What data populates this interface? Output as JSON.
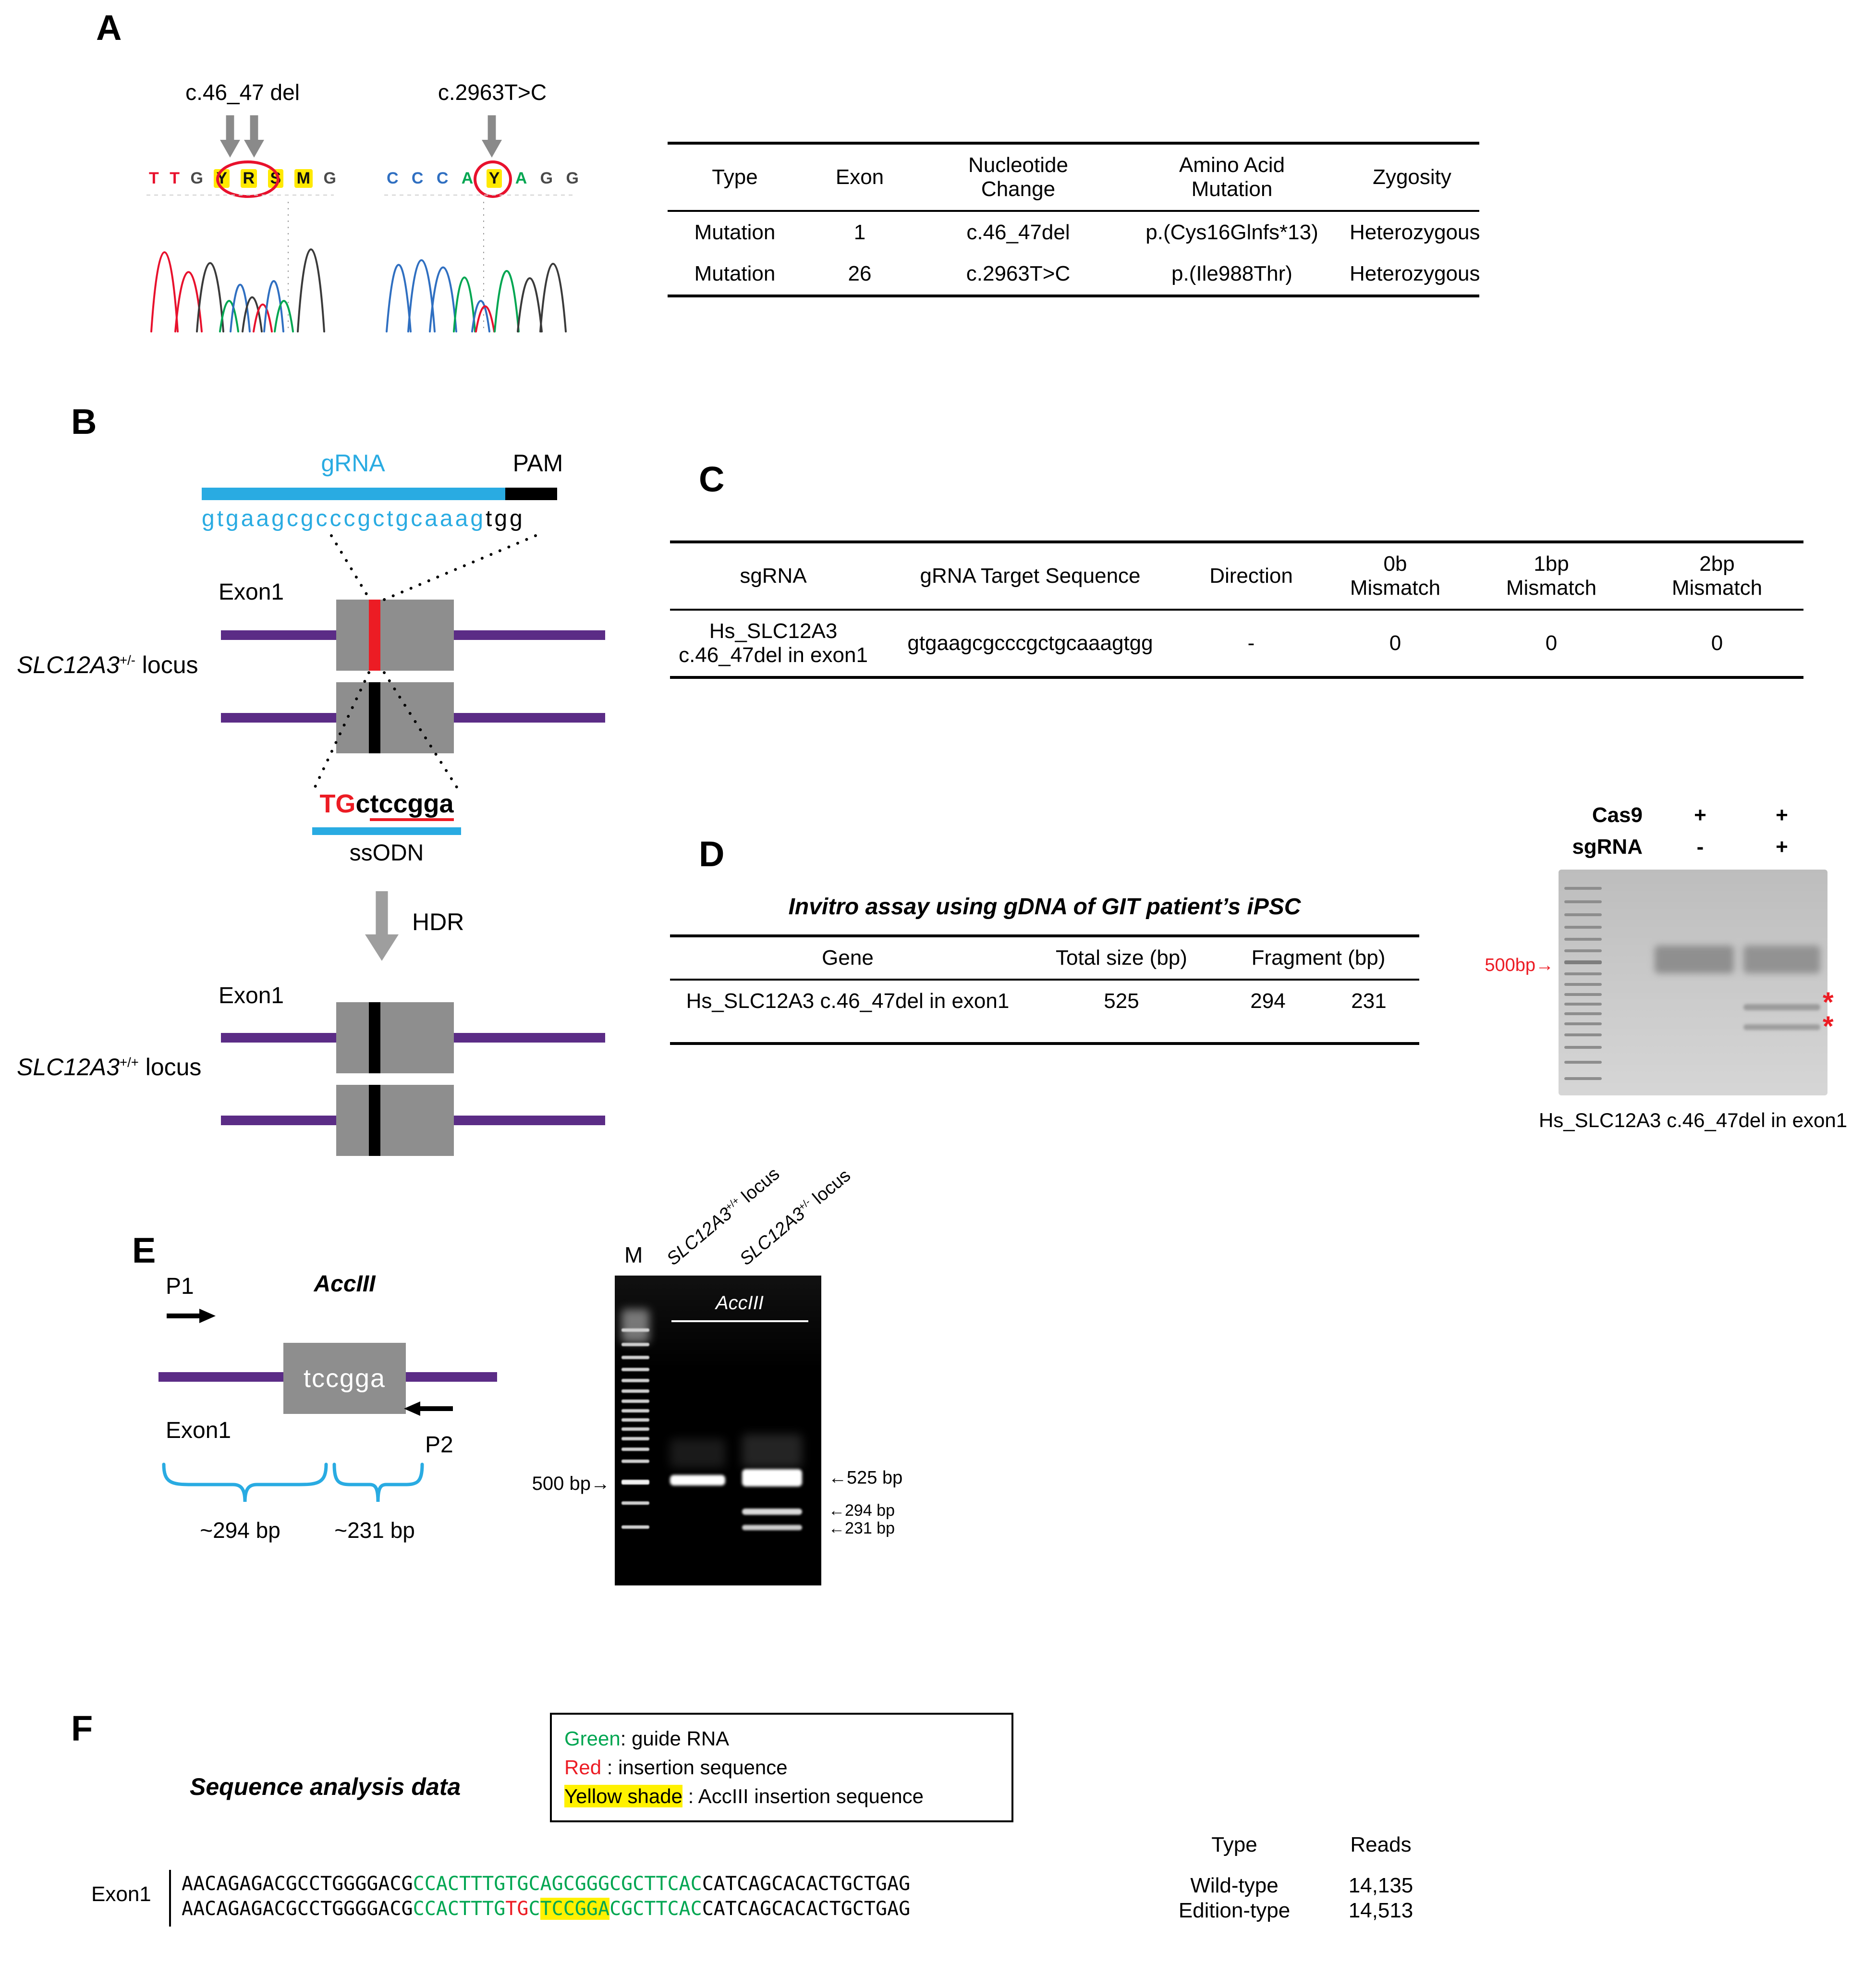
{
  "colors": {
    "purple": "#5B2C86",
    "cyan": "#29ABE2",
    "red": "#EC1C24",
    "green": "#00A651",
    "yellow": "#FFF100",
    "gray_box": "#8E8E8E"
  },
  "panelA": {
    "label": "A",
    "chrom1": {
      "title": "c.46_47 del",
      "bases": [
        "T",
        "T",
        "G",
        "Y",
        "R",
        "S",
        "M",
        "G"
      ]
    },
    "chrom2": {
      "title": "c.2963T>C",
      "bases": [
        "C",
        "C",
        "C",
        "A",
        "Y",
        "A",
        "G",
        "G"
      ]
    },
    "table": {
      "headers": {
        "type": "Type",
        "exon": "Exon",
        "nt": "Nucleotide\nChange",
        "aa": "Amino Acid\nMutation",
        "zyg": "Zygosity"
      },
      "rows": [
        {
          "type": "Mutation",
          "exon": "1",
          "nt": "c.46_47del",
          "aa": "p.(Cys16Glnfs*13)",
          "zyg": "Heterozygous"
        },
        {
          "type": "Mutation",
          "exon": "26",
          "nt": "c.2963T>C",
          "aa": "p.(Ile988Thr)",
          "zyg": "Heterozygous"
        }
      ]
    }
  },
  "panelB": {
    "label": "B",
    "grna_label": "gRNA",
    "pam_label": "PAM",
    "seq_grna": "gtgaagcgcccgctgcaaag",
    "seq_pam": "tgg",
    "exon_label": "Exon1",
    "locus_het": {
      "gene": "SLC12A3",
      "sup": "+/-",
      "rest": " locus"
    },
    "locus_hom": {
      "gene": "SLC12A3",
      "sup": "+/+",
      "rest": " locus"
    },
    "ssodn": {
      "ins": "TG",
      "mid": "c",
      "site": "tccgga"
    },
    "ssodn_label": "ssODN",
    "hdr_label": "HDR"
  },
  "panelC": {
    "label": "C",
    "table": {
      "headers": {
        "sgrna": "sgRNA",
        "target": "gRNA Target Sequence",
        "dir": "Direction",
        "m0": "0b\nMismatch",
        "m1": "1bp\nMismatch",
        "m2": "2bp\nMismatch"
      },
      "row": {
        "sgrna": "Hs_SLC12A3\nc.46_47del in exon1",
        "target": "gtgaagcgcccgctgcaaagtgg",
        "dir": "-",
        "m0": "0",
        "m1": "0",
        "m2": "0"
      }
    }
  },
  "panelD": {
    "label": "D",
    "title": "Invitro assay using gDNA of GIT patient’s iPSC",
    "table": {
      "headers": {
        "gene": "Gene",
        "total": "Total size (bp)",
        "fragment": "Fragment (bp)"
      },
      "row": {
        "gene": "Hs_SLC12A3 c.46_47del in exon1",
        "total": "525",
        "f1": "294",
        "f2": "231"
      }
    },
    "gel": {
      "cas9_label": "Cas9",
      "cas9_lane1": "+",
      "cas9_lane2": "+",
      "sgrna_label": "sgRNA",
      "sgrna_lane1": "-",
      "sgrna_lane2": "+",
      "marker_label": "500bp→",
      "asterisk": "*",
      "caption": "Hs_SLC12A3 c.46_47del in exon1"
    }
  },
  "panelE": {
    "label": "E",
    "p1": "P1",
    "p2": "P2",
    "enzyme": "AccIII",
    "site": "tccgga",
    "exon_label": "Exon1",
    "len_left": "~294 bp",
    "len_right": "~231 bp",
    "gel": {
      "m_label": "M",
      "lane1": {
        "gene": "SLC12A3",
        "sup": "+/+",
        "rest": " locus"
      },
      "lane2": {
        "gene": "SLC12A3",
        "sup": "+/-",
        "rest": " locus"
      },
      "enzyme": "AccIII",
      "marker_left": "500 bp→",
      "band_labels": [
        "←525 bp",
        "←294 bp",
        "←231 bp"
      ]
    }
  },
  "panelF": {
    "label": "F",
    "title": "Sequence analysis data",
    "legend": {
      "green_key": "Green",
      "green_text": ": guide RNA",
      "red_key": "Red",
      "red_text": " : insertion sequence",
      "yellow_key": "Yellow shade",
      "yellow_text": " : AccIII insertion sequence"
    },
    "col_type": "Type",
    "col_reads": "Reads",
    "row_label": "Exon1",
    "rows": [
      {
        "pre": "AACAGAGACGCCTGGGGACG",
        "g1": "CCACTTTGTGCAGCGGGCGCTTCAC",
        "post": "CATCAGCACACTGCTGAG",
        "type": "Wild-type",
        "reads": "14,135"
      },
      {
        "pre": "AACAGAGACGCCTGGGGACG",
        "g1": "CCACTTTG",
        "ins": "TG",
        "g2": "C",
        "acc": "TCCGGA",
        "g3": "CGCTTCAC",
        "post": "CATCAGCACACTGCTGAG",
        "type": "Edition-type",
        "reads": "14,513"
      }
    ]
  }
}
